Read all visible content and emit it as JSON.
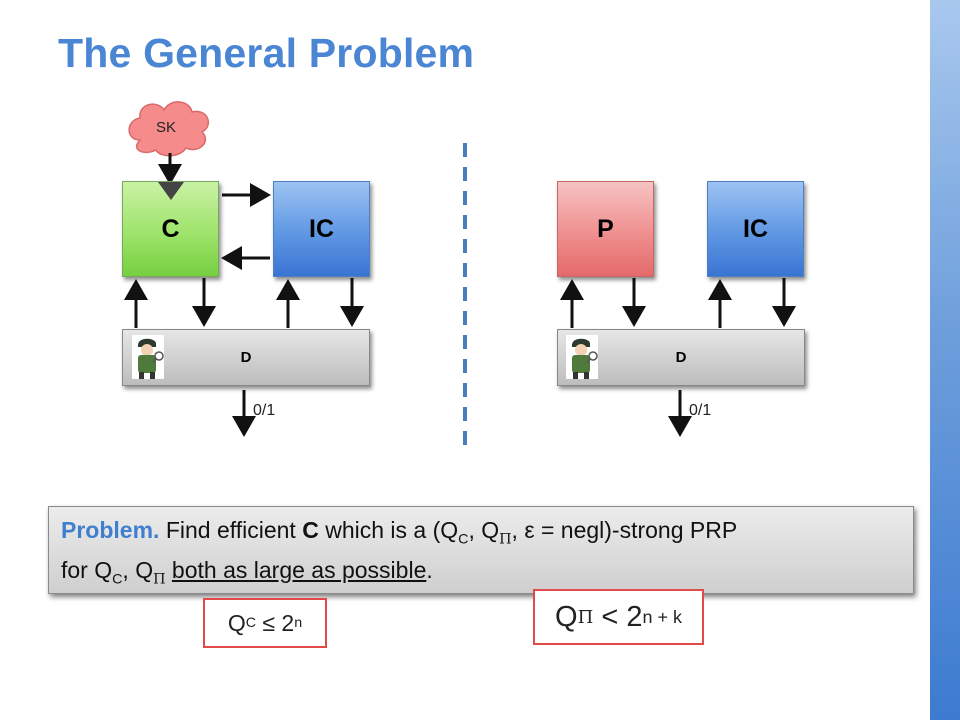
{
  "slide": {
    "title": "The General Problem"
  },
  "left_diagram": {
    "cloud_label": "SK",
    "box_c": "C",
    "box_ic": "IC",
    "box_d": "D",
    "output": "0/1"
  },
  "right_diagram": {
    "box_p": "P",
    "box_ic": "IC",
    "box_d": "D",
    "output": "0/1"
  },
  "problem": {
    "heading": "Problem.",
    "text_1": "Find efficient",
    "c": "C",
    "text_2": "which is a (Q",
    "sub_c": "C",
    "text_3": ", Q",
    "pi": "Π",
    "text_4": ", ε = negl)-strong PRP",
    "text_5": "for Q",
    "text_6": ", Q",
    "text_7": "both as large as possible",
    "period": "."
  },
  "bound_c": {
    "q": "Q",
    "sub": "C",
    "rel": "≤ 2",
    "exp": "n"
  },
  "bound_pi": {
    "q": "Q",
    "sub": "Π",
    "rel": "< 2",
    "exp": "n + k"
  },
  "colors": {
    "title": "#4a86d4",
    "accent_border": "#e24a4a",
    "divider": "#4a7cc0"
  }
}
